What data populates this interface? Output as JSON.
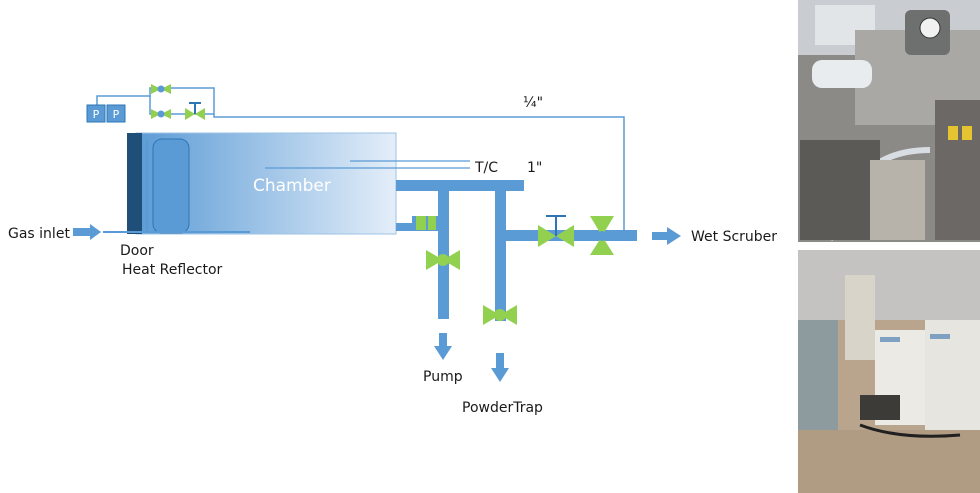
{
  "diagram": {
    "labels": {
      "gas_inlet": "Gas inlet",
      "door": "Door",
      "heat_reflector": "Heat Reflector",
      "chamber": "Chamber",
      "thermocouple": "T/C",
      "quarter_inch_line": "¼\"",
      "one_inch_line": "1\"",
      "pump": "Pump",
      "powder_trap": "PowderTrap",
      "wet_scrubber": "Wet Scruber",
      "pressure_gauge_1": "P",
      "pressure_gauge_2": "P"
    }
  },
  "colors": {
    "pipe": "#5b9bd5",
    "valve": "#92d050",
    "door": "#1f4e79",
    "chamber_dark": "#5b9bd5",
    "chamber_light": "#ddebf7",
    "line": "#5b9bd5"
  },
  "photos": {
    "top": "equipment-photo-front-view",
    "bottom": "equipment-photo-floor-view"
  }
}
